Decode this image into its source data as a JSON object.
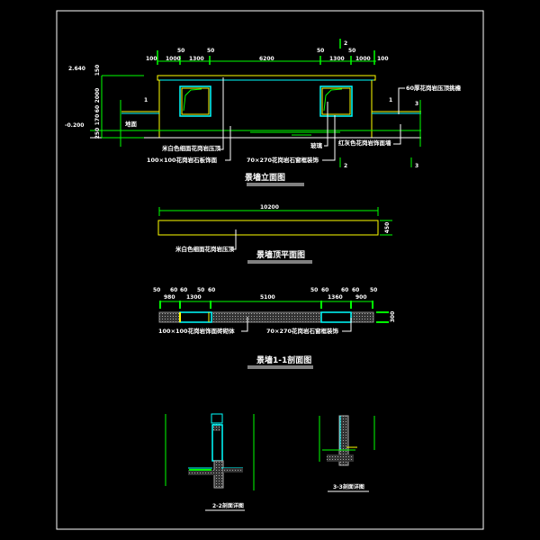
{
  "colors": {
    "background": "#000000",
    "outline": "#ffff00",
    "dimension": "#00ff00",
    "glass": "#00ffff",
    "text": "#ffffff"
  },
  "elevation": {
    "title": "景墙立面图",
    "top_dims": [
      "100",
      "1000",
      "50",
      "1300",
      "50",
      "6200",
      "50",
      "1300",
      "50",
      "1000",
      "100"
    ],
    "levels": [
      "2.640",
      "-0.200"
    ],
    "side_dims": [
      "150",
      "2000",
      "60",
      "170",
      "250"
    ],
    "ground_label": "地面",
    "section_marks": [
      "1",
      "1",
      "2",
      "2",
      "3",
      "3"
    ],
    "labels": {
      "cap": "米白色细面花岗岩压顶",
      "panel": "100×100花岗岩石板饰面",
      "frame": "70×270花岗岩石窗框装饰",
      "glass": "玻璃",
      "wall": "红灰色花岗岩饰面墙",
      "right": "60厚花岗岩压顶挑檐"
    }
  },
  "plan": {
    "title": "景墙顶平面图",
    "width_dim": "10200",
    "depth_dim": "450",
    "label": "米白色细面花岗岩压顶"
  },
  "section": {
    "title": "景墙1-1剖面图",
    "dims": [
      "50",
      "980",
      "60",
      "60",
      "1300",
      "50",
      "60",
      "5100",
      "50",
      "60",
      "1360",
      "60",
      "60",
      "900",
      "50"
    ],
    "depth_dim": "300",
    "labels": [
      "100×100花岗岩饰面砖砌体",
      "70×270花岗岩石窗框装饰"
    ]
  },
  "details": {
    "left_title": "2-2剖面详图",
    "right_title": "3-3剖面详图"
  }
}
